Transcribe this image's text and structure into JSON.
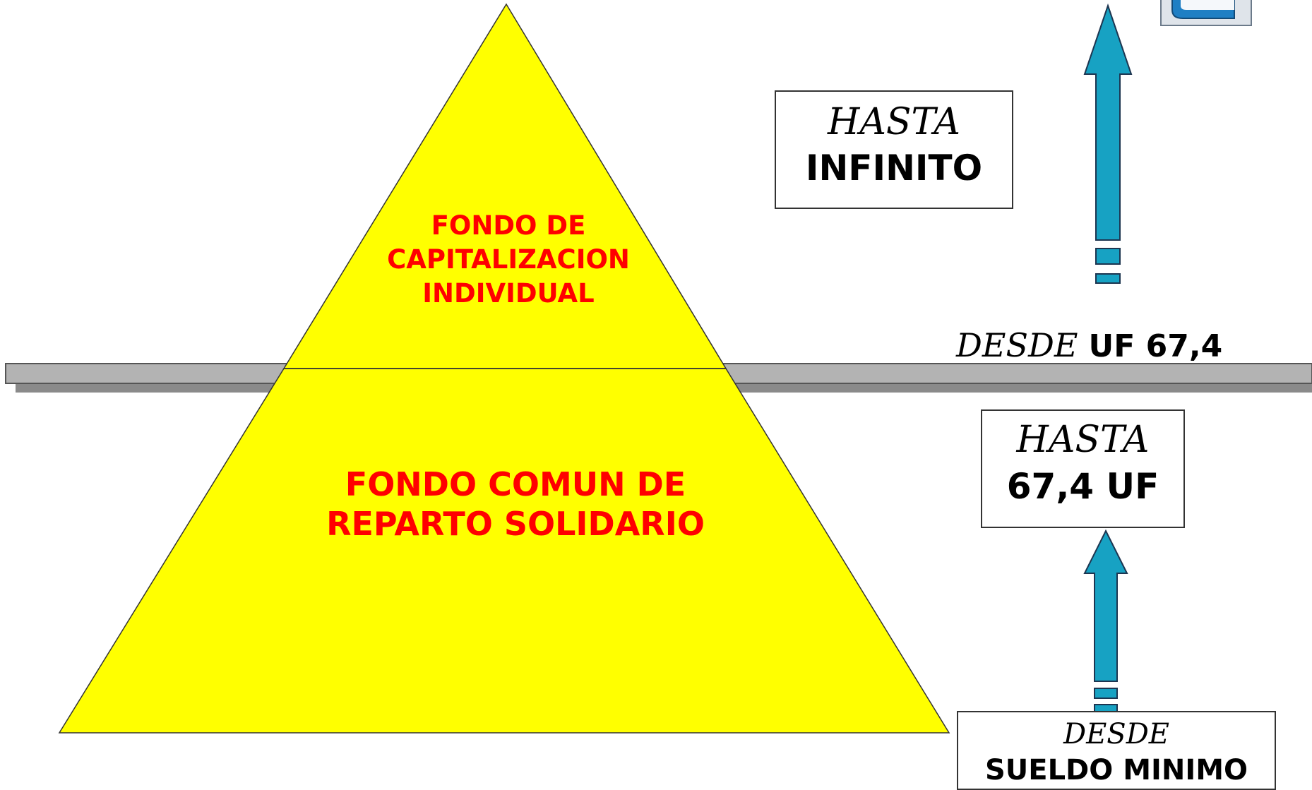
{
  "pyramid": {
    "top_label": "FONDO DE\nCAPITALIZACION\nINDIVIDUAL",
    "bottom_label": "FONDO COMUN DE\nREPARTO SOLIDARIO"
  },
  "upper_range": {
    "prefix": "HASTA",
    "value": "INFINITO"
  },
  "threshold": {
    "prefix": "DESDE",
    "value": "UF 67,4"
  },
  "lower_range": {
    "prefix": "HASTA",
    "value": "67,4 UF"
  },
  "base": {
    "prefix": "DESDE",
    "value": "SUELDO MINIMO"
  },
  "colors": {
    "pyramid_fill": "#ffff00",
    "label_text": "#ff0000",
    "arrow": "#17a2c3",
    "bar": "#b3b3b3"
  },
  "icons": [
    "arrow-up-icon",
    "logo-icon"
  ]
}
